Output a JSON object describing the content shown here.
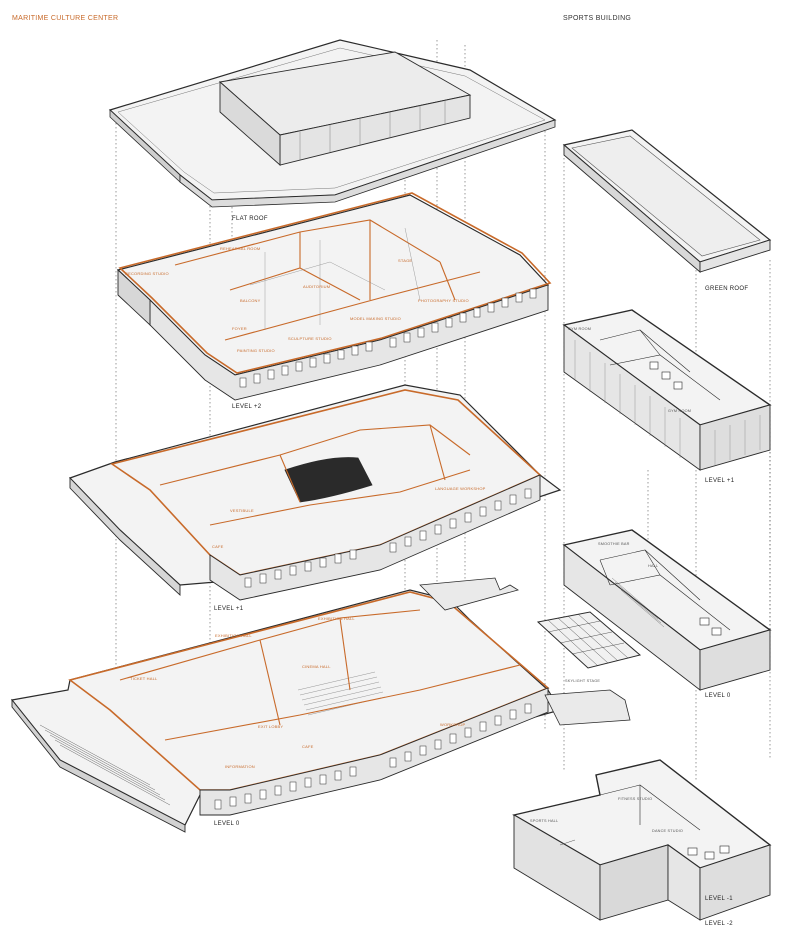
{
  "headers": {
    "left": "MARITIME CULTURE CENTER",
    "right": "SPORTS BUILDING"
  },
  "colors": {
    "accent": "#c86a2a",
    "line": "#2b2b2b",
    "fill": "#f3f3f3",
    "header_text": "#333333"
  },
  "culture_center": {
    "levels": [
      {
        "id": "roof",
        "label": "FLAT ROOF",
        "rooms": []
      },
      {
        "id": "l2",
        "label": "LEVEL +2",
        "rooms": [
          "RECORDING STUDIO",
          "REHEARSAL ROOM",
          "BALCONY",
          "AUDITORIUM",
          "STAGE",
          "FOYER",
          "MODEL MAKING STUDIO",
          "PHOTOGRAPHY STUDIO",
          "SCULPTURE STUDIO",
          "PAINTING STUDIO"
        ]
      },
      {
        "id": "l1",
        "label": "LEVEL +1",
        "rooms": [
          "VESTIBULE",
          "LANGUAGE WORKSHOP",
          "CAFE"
        ]
      },
      {
        "id": "l0",
        "label": "LEVEL 0",
        "rooms": [
          "EXHIBITION HALL",
          "EXHIBITION HALL",
          "TICKET HALL",
          "CINEMA HALL",
          "EXIT LOBBY",
          "CAFE",
          "INFORMATION",
          "WORKSHOP"
        ]
      }
    ]
  },
  "sports_building": {
    "levels": [
      {
        "id": "groof",
        "label": "GREEN ROOF",
        "rooms": []
      },
      {
        "id": "s1",
        "label": "LEVEL +1",
        "rooms": [
          "GYM ROOM",
          "GYM ROOM"
        ]
      },
      {
        "id": "s0",
        "label": "LEVEL 0",
        "rooms": [
          "SMOOTHIE BAR",
          "HALL"
        ]
      },
      {
        "id": "sky",
        "label": "SKYLIGHT STAGE",
        "rooms": []
      },
      {
        "id": "sm1",
        "label": "LEVEL -1",
        "rooms": [
          "SPORTS HALL",
          "FITNESS STUDIO",
          "DANCE STUDIO"
        ]
      },
      {
        "id": "sm2",
        "label": "LEVEL -2",
        "rooms": []
      }
    ]
  }
}
